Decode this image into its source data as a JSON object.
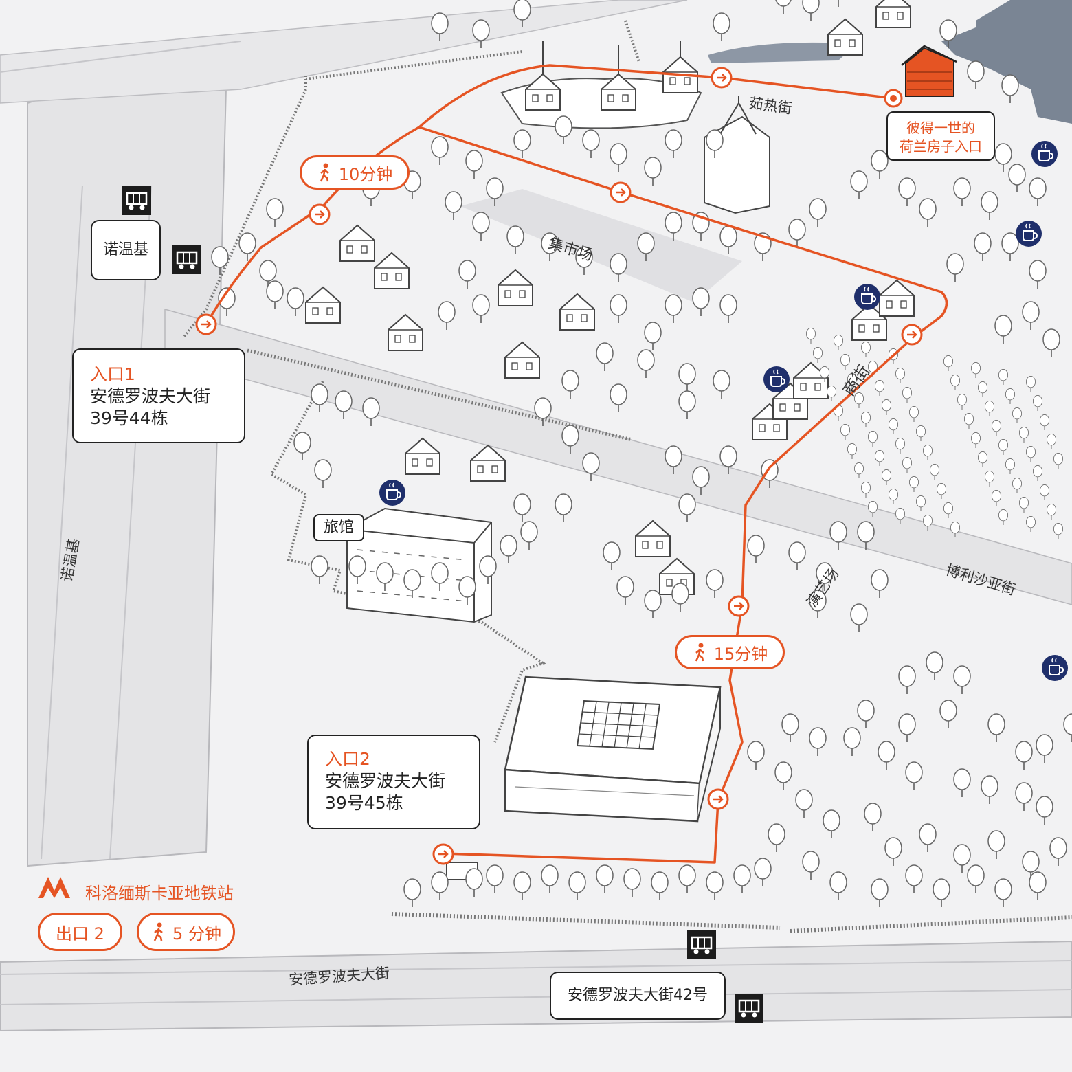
{
  "streets": {
    "zhuzhe": "茹热街",
    "shang": "商街",
    "borisova": "博利沙亚街",
    "andropova": "安德罗波夫大街",
    "nuowenji": "诺温基"
  },
  "areas": {
    "market": "集市场",
    "performance": "演艺场",
    "hotel": "旅馆"
  },
  "dutch_house": {
    "line1": "彼得一世的",
    "line2": "荷兰房子入口",
    "color": "#e55423"
  },
  "entrance1": {
    "title": "入口1",
    "line1": "安德罗波夫大街",
    "line2": "39号44栋"
  },
  "entrance2": {
    "title": "入口2",
    "line1": "安德罗波夫大街",
    "line2": "39号45栋"
  },
  "bus_stops": {
    "nuowenji": "诺温基",
    "andropova42": "安德罗波夫大街42号"
  },
  "walk_times": {
    "route_top": "10分钟",
    "route_right": "15分钟"
  },
  "legend": {
    "metro_letter": "M",
    "metro_station": "科洛缅斯卡亚地铁站",
    "exit": "出口 2",
    "walk": "5 分钟"
  },
  "icons": {
    "bus": "bus-icon",
    "cafe": "cafe-icon",
    "walk": "pedestrian-icon",
    "metro": "metro-logo"
  },
  "colors": {
    "route": "#e55423",
    "cafe_badge": "#1f2f6b",
    "water": "#7a8594"
  }
}
